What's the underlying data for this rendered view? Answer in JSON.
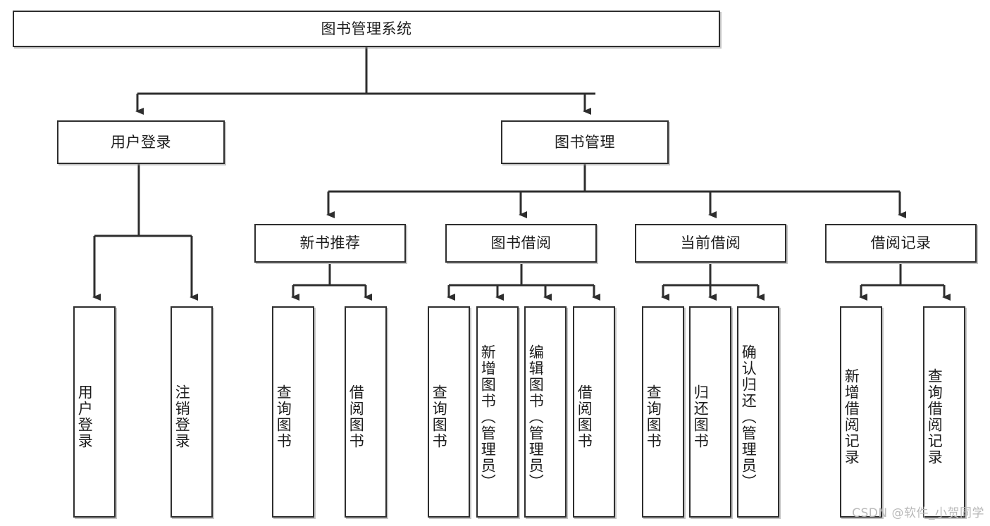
{
  "diagram": {
    "title": "图书管理系统",
    "watermark": "CSDN @软件_小贺同学",
    "colors": {
      "border": "#2e2e2e",
      "edge": "#2e2e2e",
      "background": "#ffffff",
      "text": "#1d1d1d",
      "watermark": "#b9b9b9"
    },
    "root": {
      "label": "图书管理系统"
    },
    "level2": [
      {
        "label": "用户登录"
      },
      {
        "label": "图书管理"
      }
    ],
    "level3": [
      {
        "label": "新书推荐"
      },
      {
        "label": "图书借阅"
      },
      {
        "label": "当前借阅"
      },
      {
        "label": "借阅记录"
      }
    ],
    "leaves": {
      "user_login": [
        {
          "label": "用户登录"
        },
        {
          "label": "注销登录"
        }
      ],
      "new_book_recommend": [
        {
          "label": "查询图书"
        },
        {
          "label": "借阅图书"
        }
      ],
      "book_borrow": [
        {
          "label": "查询图书"
        },
        {
          "label": "新增图书（管理员）"
        },
        {
          "label": "编辑图书（管理员）"
        },
        {
          "label": "借阅图书"
        }
      ],
      "current_borrow": [
        {
          "label": "查询图书"
        },
        {
          "label": "归还图书"
        },
        {
          "label": "确认归还（管理员）"
        }
      ],
      "borrow_record": [
        {
          "label": "新增借阅记录"
        },
        {
          "label": "查询借阅记录"
        }
      ]
    }
  }
}
